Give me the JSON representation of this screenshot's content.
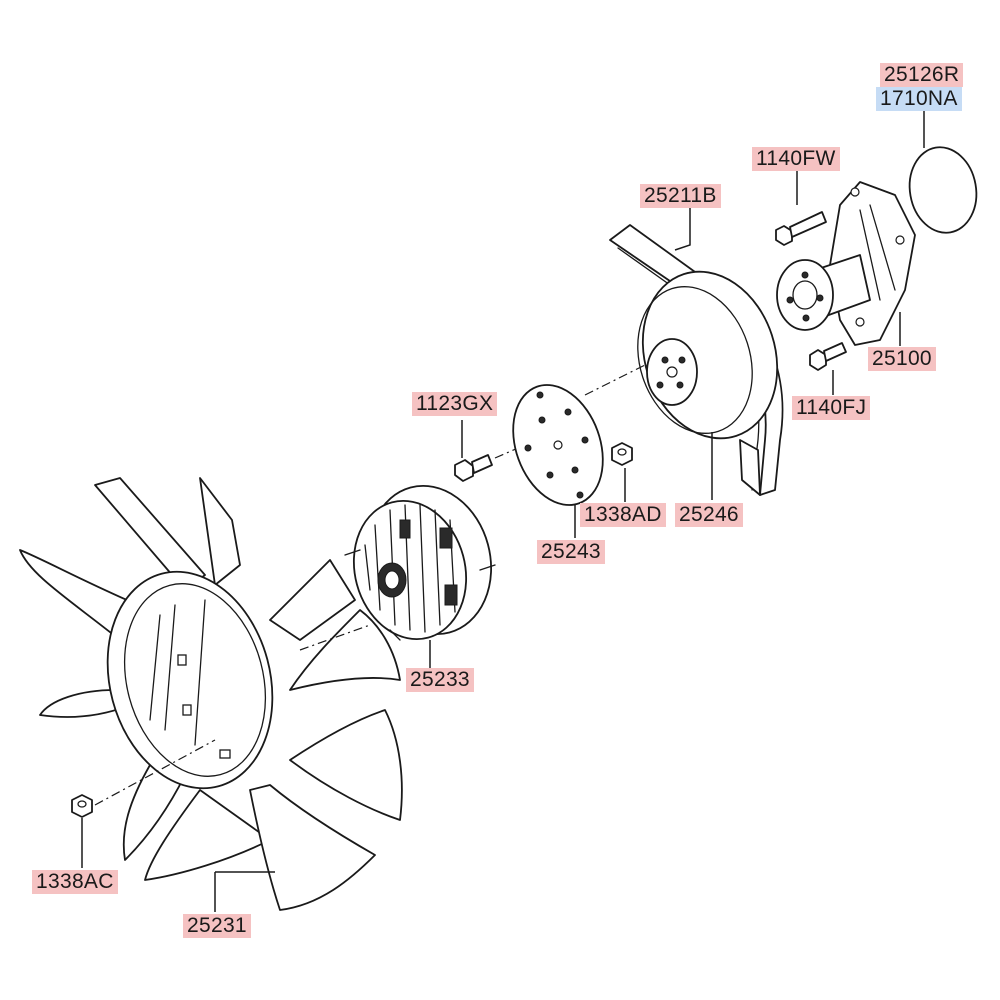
{
  "labels": {
    "p25126R": "25126R",
    "p1710NA": "1710NA",
    "p1140FW": "1140FW",
    "p25211B": "25211B",
    "p25100": "25100",
    "p1140FJ": "1140FJ",
    "p1123GX": "1123GX",
    "p1338AD": "1338AD",
    "p25246": "25246",
    "p25243": "25243",
    "p25233": "25233",
    "p1338AC": "1338AC",
    "p25231": "25231"
  },
  "colors": {
    "part_label_highlight": "#f5c2c2",
    "secondary_label_highlight": "#c6dcf5",
    "line": "#1a1a1a"
  }
}
